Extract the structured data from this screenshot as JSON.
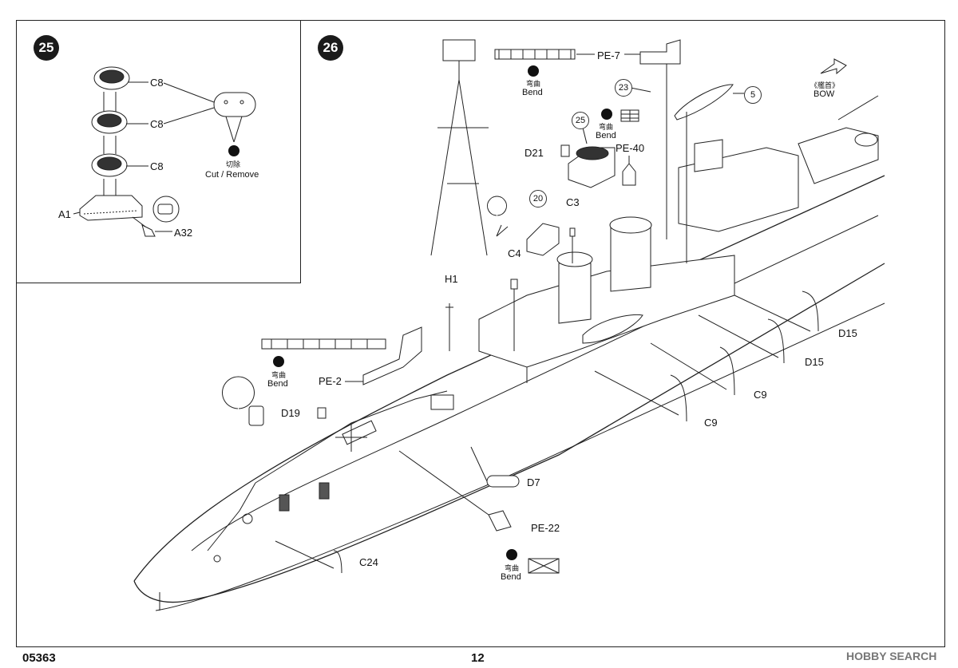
{
  "steps": {
    "inset": "25",
    "main": "26"
  },
  "inset": {
    "parts": [
      "C8",
      "C8",
      "C8"
    ],
    "base": "A1",
    "side": "A32",
    "cut_cn": "切除",
    "cut_en": "Cut / Remove"
  },
  "callouts": {
    "bow_cn": "《艦首》",
    "bow_en": "BOW",
    "pe7": "PE-7",
    "pe2": "PE-2",
    "pe40": "PE-40",
    "pe22": "PE-22",
    "bend_cn": "弯曲",
    "bend_en": "Bend",
    "d21": "D21",
    "c3": "C3",
    "c4": "C4",
    "h1": "H1",
    "d19": "D19",
    "d15": "D15",
    "c9": "C9",
    "d7": "D7",
    "c24": "C24",
    "ref_23": "23",
    "ref_5": "5",
    "ref_25": "25",
    "ref_20": "20"
  },
  "footer": {
    "code": "05363",
    "page": "12"
  },
  "watermark": "HOBBY SEARCH"
}
